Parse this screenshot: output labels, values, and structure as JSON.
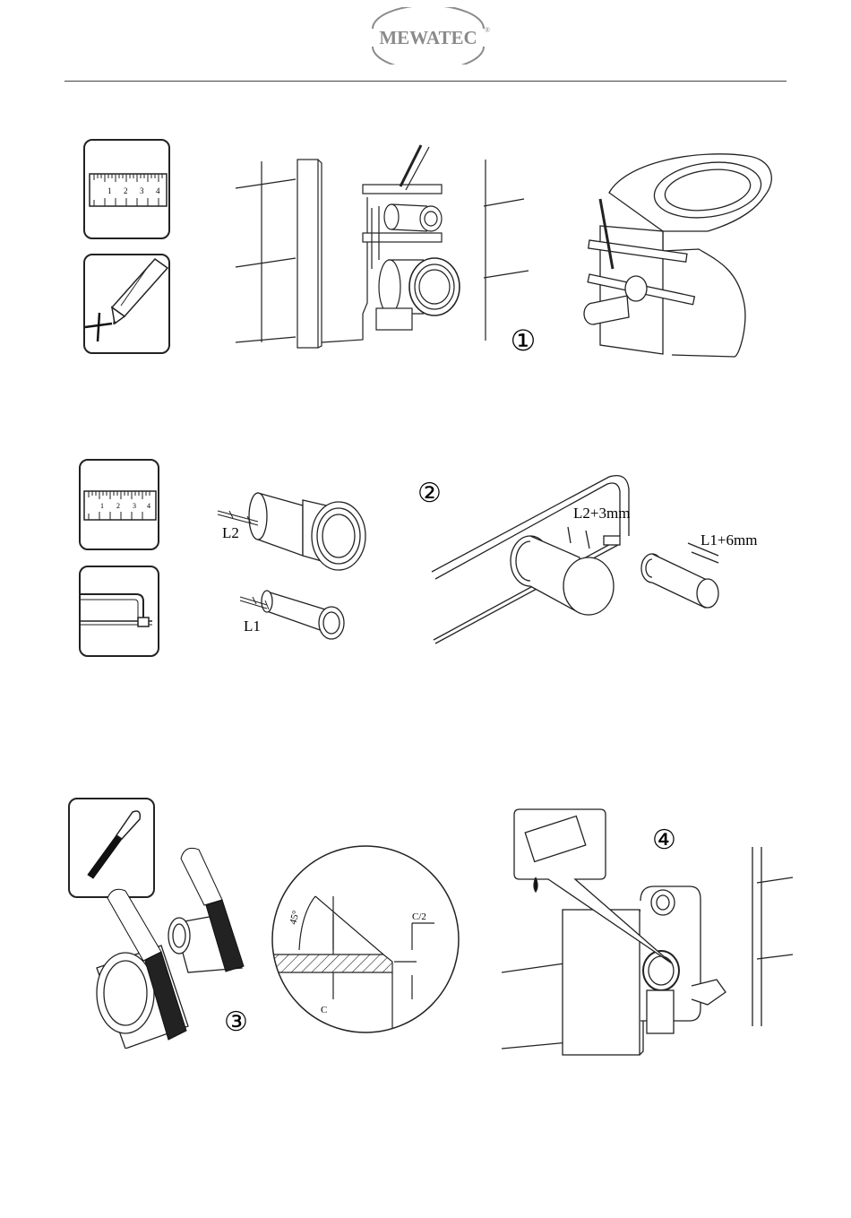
{
  "header": {
    "brand": "MEWATEC",
    "registered_mark": "®"
  },
  "steps": [
    {
      "number": "①",
      "scale_ticks": [
        "1",
        "2",
        "3",
        "4"
      ]
    },
    {
      "number": "②",
      "scale_ticks": [
        "1",
        "2",
        "3",
        "4"
      ],
      "labels": {
        "l2": "L2",
        "l1": "L1",
        "l2_plus": "L2+3mm",
        "l1_plus": "L1+6mm"
      }
    },
    {
      "number": "③",
      "detail": {
        "angle": "45°",
        "half_c": "C/2",
        "c": "C"
      }
    },
    {
      "number": "④"
    }
  ],
  "colors": {
    "logo_grey": "#8a8a8a",
    "line": "#222222"
  }
}
